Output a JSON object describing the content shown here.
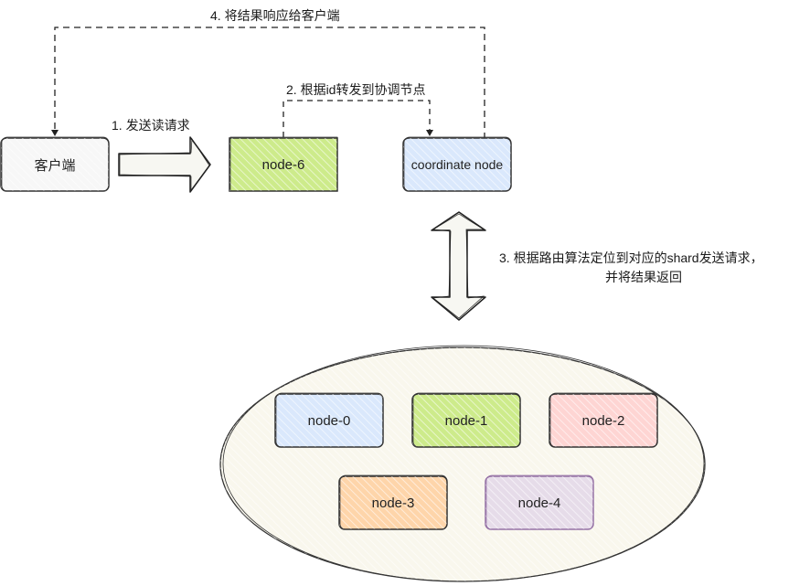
{
  "diagram": {
    "nodes": {
      "client": {
        "label": "客户端",
        "fill": "#f5f5f5",
        "stroke": "#333333"
      },
      "node6": {
        "label": "node-6",
        "fill": "#cdeb8b",
        "stroke": "#333333"
      },
      "coordinator": {
        "label": "coordinate node",
        "fill": "#dae8fc",
        "stroke": "#333333"
      },
      "node0": {
        "label": "node-0",
        "fill": "#dae8fc",
        "stroke": "#333333"
      },
      "node1": {
        "label": "node-1",
        "fill": "#cdeb8b",
        "stroke": "#333333"
      },
      "node2": {
        "label": "node-2",
        "fill": "#ffcccc",
        "stroke": "#333333"
      },
      "node3": {
        "label": "node-3",
        "fill": "#ffcc99",
        "stroke": "#333333"
      },
      "node4": {
        "label": "node-4",
        "fill": "#e1d5e7",
        "stroke": "#9673a6"
      },
      "cluster": {
        "fill": "#f9f7ed",
        "stroke": "#333333"
      }
    },
    "edges": {
      "step1": {
        "label": "1. 发送读请求",
        "from": "client",
        "to": "node6",
        "style": "block-arrow"
      },
      "step2": {
        "label": "2. 根据id转发到协调节点",
        "from": "node6",
        "to": "coordinator",
        "style": "dashed"
      },
      "step3": {
        "label_line1": "3. 根据路由算法定位到对应的shard发送请求，",
        "label_line2": "并将结果返回",
        "from": "coordinator",
        "to": "cluster",
        "style": "double-block-arrow"
      },
      "step4": {
        "label": "4. 将结果响应给客户端",
        "from": "coordinator",
        "to": "client",
        "style": "dashed"
      }
    }
  }
}
